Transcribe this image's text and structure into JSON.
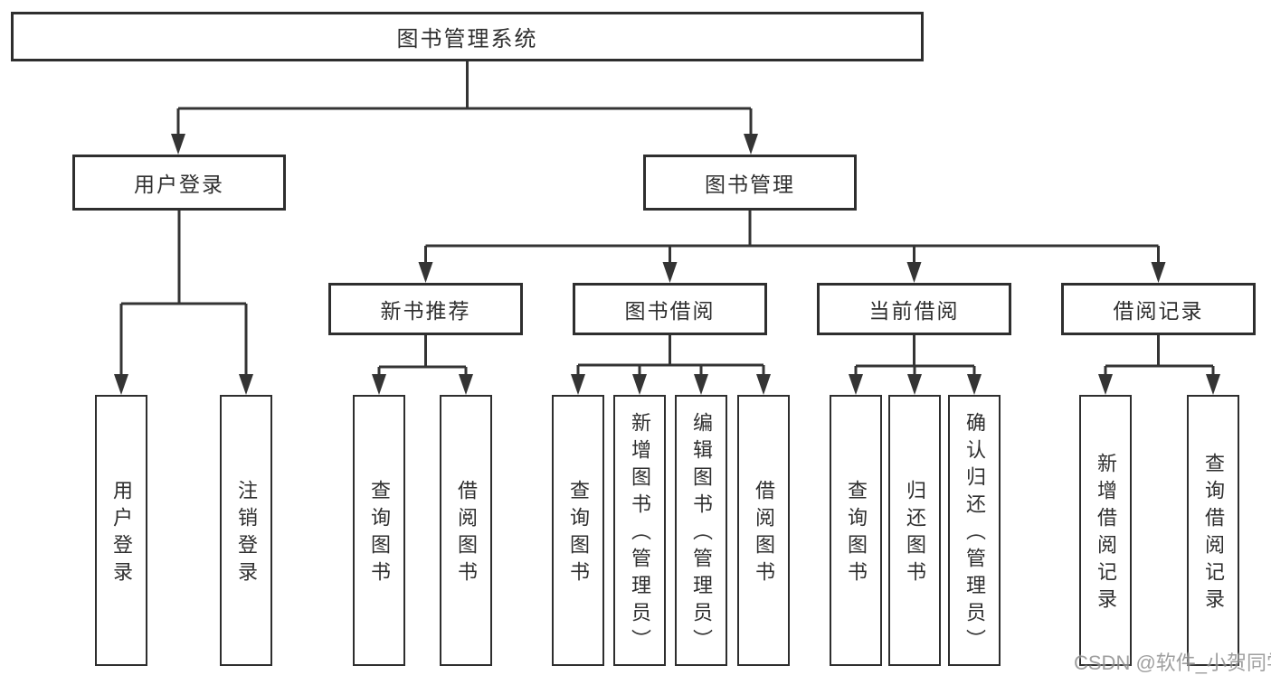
{
  "diagram_title": "图书管理系统",
  "tree": {
    "root": {
      "label": "图书管理系统"
    },
    "branches": [
      {
        "label": "用户登录",
        "children": [
          {
            "label": "用户登录"
          },
          {
            "label": "注销登录"
          }
        ]
      },
      {
        "label": "图书管理",
        "children": [
          {
            "label": "新书推荐",
            "children": [
              {
                "label": "查询图书"
              },
              {
                "label": "借阅图书"
              }
            ]
          },
          {
            "label": "图书借阅",
            "children": [
              {
                "label": "查询图书"
              },
              {
                "label": "新增图书（管理员）"
              },
              {
                "label": "编辑图书（管理员）"
              },
              {
                "label": "借阅图书"
              }
            ]
          },
          {
            "label": "当前借阅",
            "children": [
              {
                "label": "查询图书"
              },
              {
                "label": "归还图书"
              },
              {
                "label": "确认归还（管理员）"
              }
            ]
          },
          {
            "label": "借阅记录",
            "children": [
              {
                "label": "新增借阅记录"
              },
              {
                "label": "查询借阅记录"
              }
            ]
          }
        ]
      }
    ]
  },
  "watermark": {
    "text": "CSDN @软件_小贺同学",
    "color": "#8f8f8f"
  },
  "colors": {
    "background": "#ffffff",
    "line": "#343434",
    "box_border": "#2e2e2e",
    "text": "#2f2f2f"
  }
}
